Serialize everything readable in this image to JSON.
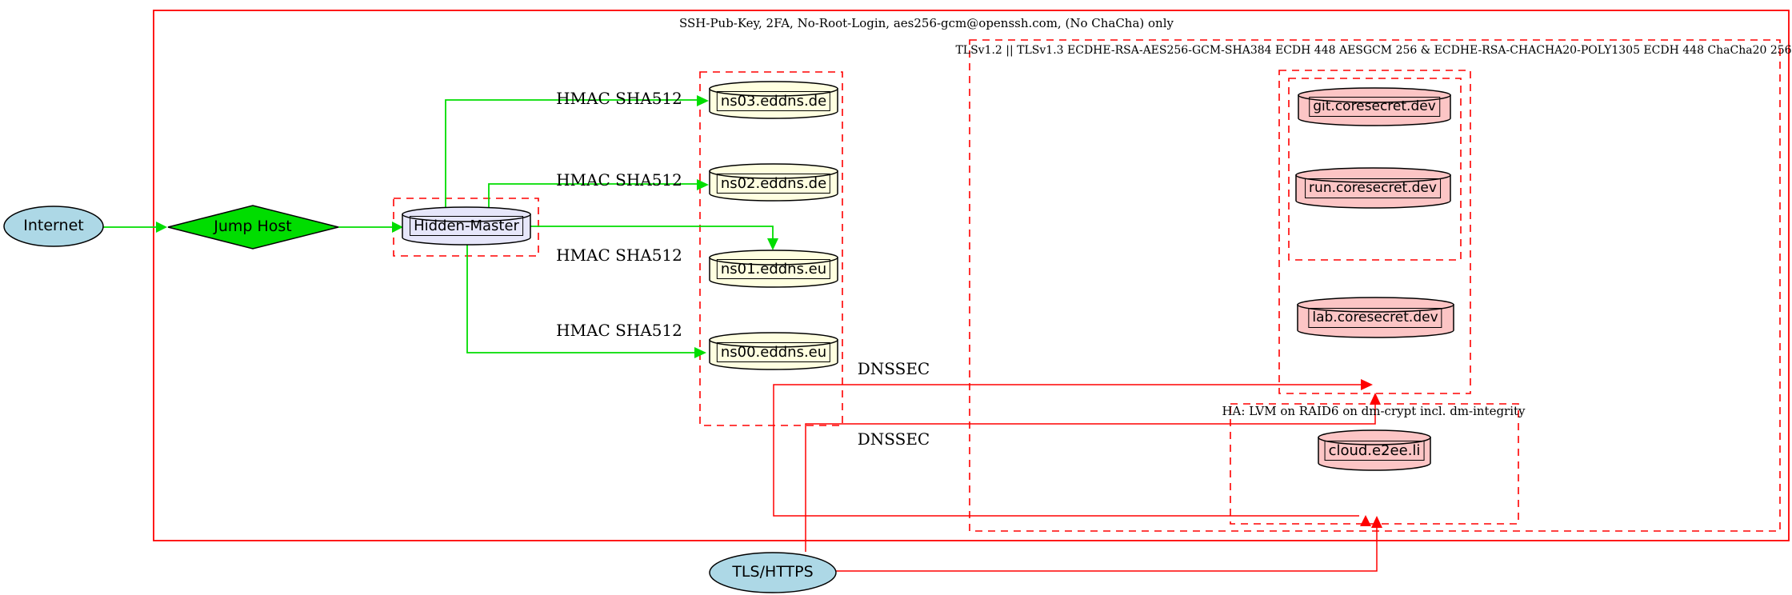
{
  "clusters": {
    "ssh": {
      "label": "SSH-Pub-Key, 2FA, No-Root-Login, aes256-gcm@openssh.com, (No ChaCha) only"
    },
    "tls": {
      "label": "TLSv1.2 || TLSv1.3 ECDHE-RSA-AES256-GCM-SHA384 ECDH 448 AESGCM 256 & ECDHE-RSA-CHACHA20-POLY1305 ECDH 448 ChaCha20 256"
    },
    "ha": {
      "label": "HA: LVM on RAID6 on dm-crypt incl. dm-integrity"
    }
  },
  "nodes": {
    "internet": {
      "label": "Internet",
      "shape": "ellipse"
    },
    "jump_host": {
      "label": "Jump Host",
      "shape": "diamond"
    },
    "hidden_master": {
      "label": "Hidden-Master",
      "shape": "cylinder"
    },
    "ns03": {
      "label": "ns03.eddns.de",
      "shape": "cylinder"
    },
    "ns02": {
      "label": "ns02.eddns.de",
      "shape": "cylinder"
    },
    "ns01": {
      "label": "ns01.eddns.eu",
      "shape": "cylinder"
    },
    "ns00": {
      "label": "ns00.eddns.eu",
      "shape": "cylinder"
    },
    "git": {
      "label": "git.coresecret.dev",
      "shape": "cylinder"
    },
    "run": {
      "label": "run.coresecret.dev",
      "shape": "cylinder"
    },
    "lab": {
      "label": "lab.coresecret.dev",
      "shape": "cylinder"
    },
    "cloud": {
      "label": "cloud.e2ee.li",
      "shape": "cylinder"
    },
    "tls_https": {
      "label": "TLS/HTTPS",
      "shape": "ellipse"
    }
  },
  "edge_labels": {
    "hmac": [
      "HMAC SHA512",
      "HMAC SHA512",
      "HMAC SHA512",
      "HMAC SHA512"
    ],
    "dnssec": [
      "DNSSEC",
      "DNSSEC"
    ]
  },
  "colors": {
    "cluster_stroke": "#ff0000",
    "edge_green": "#00dd00",
    "edge_red": "#ff0000",
    "node_blue": "#add8e6",
    "node_green": "#00dd00",
    "node_lavender": "#e6e6fa",
    "node_yellow": "#ffffe0",
    "node_pink": "#fcc5c5"
  }
}
